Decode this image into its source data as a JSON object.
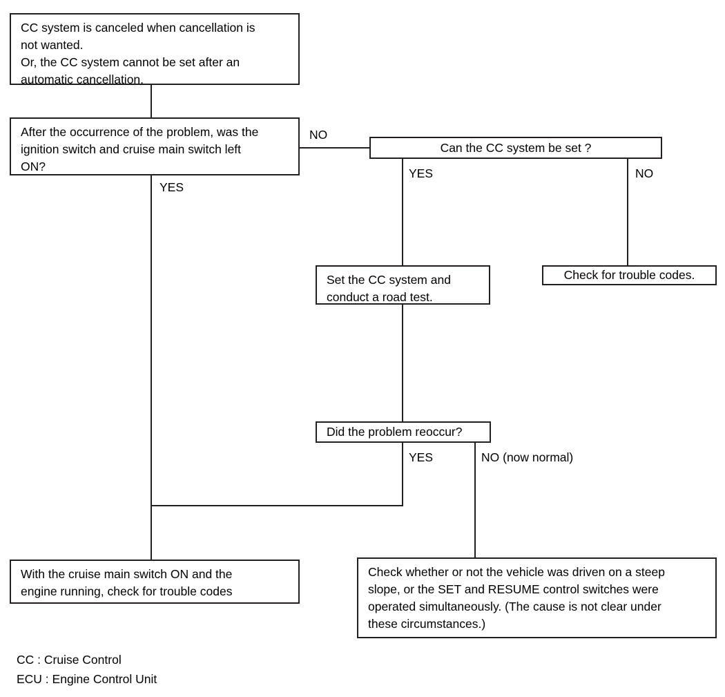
{
  "diagram": {
    "title": "Cruise Control cancellation troubleshooting flowchart",
    "nodes": {
      "problem_statement": "CC system is canceled when cancellation is\nnot wanted.\nOr, the CC system cannot be set after an\nautomatic cancellation.",
      "question_switches_left_on": "After the occurrence of the problem, was the\nignition switch and cruise main switch left\nON?",
      "question_can_be_set": "Can the CC system be set ?",
      "action_set_and_road_test": "Set the CC system and\nconduct a road test.",
      "action_check_trouble_codes": "Check for trouble codes.",
      "question_reoccur": "Did the problem reoccur?",
      "action_cruise_on_check_codes": "With the cruise main switch ON and the\nengine running, check for trouble codes",
      "action_check_steep_slope": "Check whether or not the vehicle was driven on a steep\nslope, or the SET and RESUME control switches were\noperated simultaneously. (The cause is not clear under\nthese circumstances.)"
    },
    "edge_labels": {
      "q1_no": "NO",
      "q1_yes": "YES",
      "q2_yes": "YES",
      "q2_no": "NO",
      "q3_yes": "YES",
      "q3_no": "NO (now normal)"
    },
    "legend": [
      "CC : Cruise Control",
      "ECU : Engine Control Unit"
    ],
    "colors": {
      "line": "#231f20",
      "background": "#ffffff",
      "text": "#000000"
    }
  }
}
